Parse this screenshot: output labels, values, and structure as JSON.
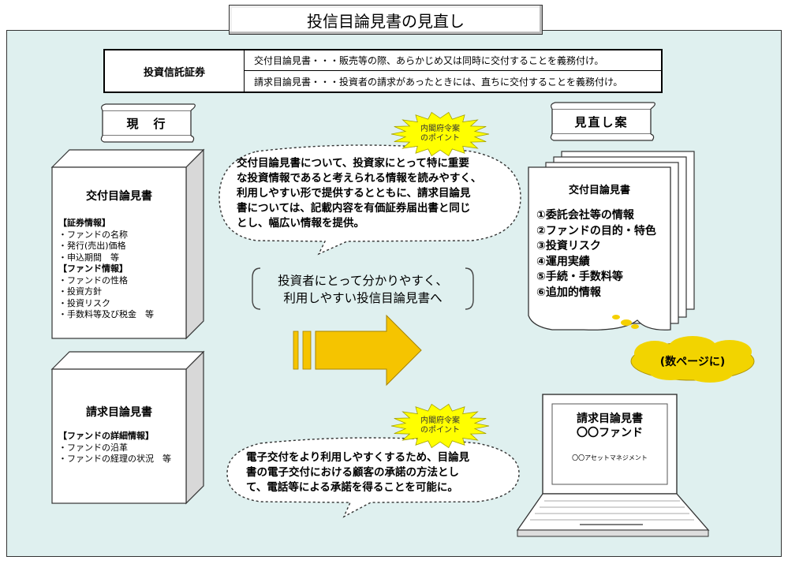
{
  "title": "投信目論見書の見直し",
  "definition_table": {
    "left_label": "投資信託証券",
    "rows": [
      "交付目論見書・・・販売等の際、あらかじめ又は同時に交付することを義務付け。",
      "請求目論見書・・・投資者の請求があったときには、直ちに交付することを義務付け。"
    ]
  },
  "current_label": "現　行",
  "proposal_label": "見直し案",
  "current": {
    "delivery": {
      "title": "交付目論見書",
      "items": [
        "【証券情報】",
        "・ファンドの名称",
        "・発行(売出)価格",
        "・申込期間　等",
        "【ファンド情報】",
        "・ファンドの性格",
        "・投資方針",
        "・投資リスク",
        "・手数料等及び税金　等"
      ]
    },
    "request": {
      "title": "請求目論見書",
      "items": [
        "【ファンドの詳細情報】",
        "・ファンドの沿革",
        "・ファンドの経理の状況　等"
      ]
    }
  },
  "burst_label_top": [
    "内閣府令案",
    "のポイント"
  ],
  "burst_label_bottom": [
    "内閣府令案",
    "のポイント"
  ],
  "bubble_top_lines": [
    "交付目論見書について、投資家にとって特に重要",
    "な投資情報であると考えられる情報を読みやすく、",
    "利用しやすい形で提供するとともに、請求目論見",
    "書については、記載内容を有価証券届出書と同じ",
    "とし、幅広い情報を提供。"
  ],
  "bubble_bottom_lines": [
    "電子交付をより利用しやすくするため、目論見",
    "書の電子交付における顧客の承諾の方法とし",
    "て、電話等による承諾を得ることを可能に。"
  ],
  "center_message_lines": [
    "投資者にとって分かりやすく、",
    "利用しやすい投信目論見書へ"
  ],
  "proposal": {
    "doc_title": "交付目論見書",
    "items": [
      "①委託会社等の情報",
      "②ファンドの目的・特色",
      "③投資リスク",
      "④運用実績",
      "⑤手続・手数料等",
      "⑥追加的情報"
    ],
    "pages_note": "(数ページに)",
    "laptop": {
      "line1": "請求目論見書",
      "line2": "〇〇ファンド",
      "company": "〇〇アセットマネジメント"
    }
  },
  "colors": {
    "panel_bg": "#dff0ef",
    "arrow": "#f5c400",
    "burst": "#ffff00",
    "cloud": "#f2d400"
  }
}
